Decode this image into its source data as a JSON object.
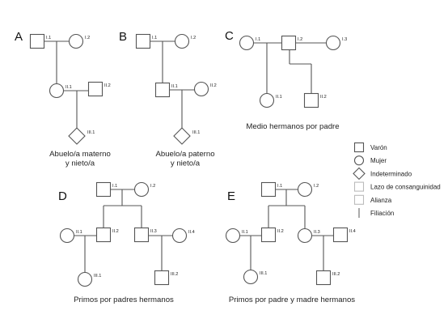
{
  "panels": [
    {
      "id": "A",
      "letter": "A",
      "caption_lines": [
        "Abuelo/a materno",
        "y nieto/a"
      ],
      "individuals": [
        {
          "id": "A-I1",
          "shape": "square",
          "label": "I.1"
        },
        {
          "id": "A-I2",
          "shape": "circle",
          "label": "I.2"
        },
        {
          "id": "A-II1",
          "shape": "circle",
          "label": "II.1"
        },
        {
          "id": "A-II2",
          "shape": "square",
          "label": "II.2"
        },
        {
          "id": "A-III1",
          "shape": "diamond",
          "label": "III.1"
        }
      ]
    },
    {
      "id": "B",
      "letter": "B",
      "caption_lines": [
        "Abuelo/a paterno",
        "y nieto/a"
      ],
      "individuals": [
        {
          "id": "B-I1",
          "shape": "square",
          "label": "I.1"
        },
        {
          "id": "B-I2",
          "shape": "circle",
          "label": "I.2"
        },
        {
          "id": "B-II1",
          "shape": "square",
          "label": "II.1"
        },
        {
          "id": "B-II2",
          "shape": "circle",
          "label": "II.2"
        },
        {
          "id": "B-III1",
          "shape": "diamond",
          "label": "III.1"
        }
      ]
    },
    {
      "id": "C",
      "letter": "C",
      "caption_lines": [
        "Medio hermanos por padre"
      ],
      "individuals": [
        {
          "id": "C-I1",
          "shape": "circle",
          "label": "I.1"
        },
        {
          "id": "C-I2",
          "shape": "square",
          "label": "I.2"
        },
        {
          "id": "C-I3",
          "shape": "circle",
          "label": "I.3"
        },
        {
          "id": "C-II1",
          "shape": "circle",
          "label": "II.1"
        },
        {
          "id": "C-II2",
          "shape": "square",
          "label": "II.2"
        }
      ]
    },
    {
      "id": "D",
      "letter": "D",
      "caption_lines": [
        "Primos por padres hermanos"
      ],
      "individuals": [
        {
          "id": "D-I1",
          "shape": "square",
          "label": "I.1"
        },
        {
          "id": "D-I2",
          "shape": "circle",
          "label": "I.2"
        },
        {
          "id": "D-II1",
          "shape": "circle",
          "label": "II.1"
        },
        {
          "id": "D-II2",
          "shape": "square",
          "label": "II.2"
        },
        {
          "id": "D-II3",
          "shape": "square",
          "label": "II.3"
        },
        {
          "id": "D-II4",
          "shape": "circle",
          "label": "II.4"
        },
        {
          "id": "D-III1",
          "shape": "circle",
          "label": "III.1"
        },
        {
          "id": "D-III2",
          "shape": "square",
          "label": "III.2"
        }
      ]
    },
    {
      "id": "E",
      "letter": "E",
      "caption_lines": [
        "Primos por padre y madre hermanos"
      ],
      "individuals": [
        {
          "id": "E-I1",
          "shape": "square",
          "label": "I.1"
        },
        {
          "id": "E-I2",
          "shape": "circle",
          "label": "I.2"
        },
        {
          "id": "E-II1",
          "shape": "circle",
          "label": "II.1"
        },
        {
          "id": "E-II2",
          "shape": "square",
          "label": "II.2"
        },
        {
          "id": "E-II3",
          "shape": "circle",
          "label": "II.3"
        },
        {
          "id": "E-II4",
          "shape": "square",
          "label": "II.4"
        },
        {
          "id": "E-III1",
          "shape": "circle",
          "label": "III.1"
        },
        {
          "id": "E-III2",
          "shape": "square",
          "label": "III.2"
        }
      ]
    }
  ],
  "legend": [
    {
      "symbol": "square",
      "label": "Varón"
    },
    {
      "symbol": "circle",
      "label": "Mujer"
    },
    {
      "symbol": "diamond",
      "label": "Indeterminado"
    },
    {
      "symbol": "light-square",
      "label": "Lazo de consanguinidad"
    },
    {
      "symbol": "light-square",
      "label": "Alianza"
    },
    {
      "symbol": "line",
      "label": "Filiación"
    }
  ],
  "colors": {
    "stroke": "#555555",
    "legend_light_stroke": "#bbbbbb",
    "text": "#222222"
  }
}
